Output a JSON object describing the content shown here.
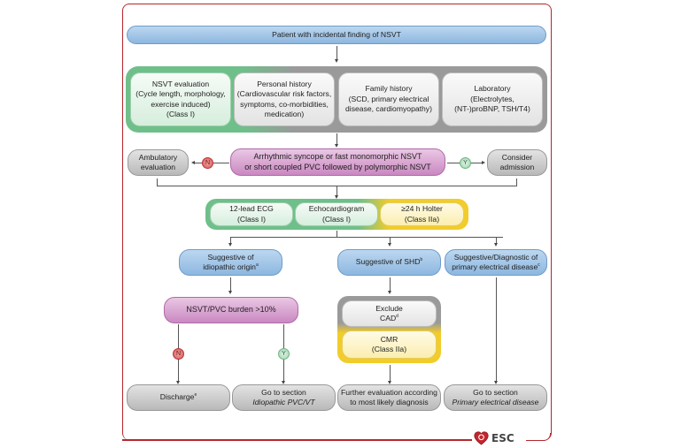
{
  "title": "Patient with incidental finding of NSVT",
  "evaluation_panel": [
    {
      "title": "NSVT evaluation",
      "lines": [
        "(Cycle length, morphology,",
        "exercise induced)",
        "(Class I)"
      ]
    },
    {
      "title": "Personal history",
      "lines": [
        "(Cardiovascular risk factors,",
        "symptoms, co-morbidities,",
        "medication)"
      ]
    },
    {
      "title": "Family history",
      "lines": [
        "(SCD, primary electrical",
        "disease, cardiomyopathy)"
      ]
    },
    {
      "title": "Laboratory",
      "lines": [
        "(Electrolytes,",
        "(NT-)proBNP, TSH/T4)"
      ]
    }
  ],
  "decision": {
    "lines": [
      "Arrhythmic syncope or fast monomorphic NSVT",
      "or short coupled PVC followed by polymorphic NSVT"
    ],
    "no_label": "N",
    "yes_label": "Y",
    "no_outcome": [
      "Ambulatory",
      "evaluation"
    ],
    "yes_outcome": [
      "Consider",
      "admission"
    ]
  },
  "tests": [
    {
      "name": "12-lead ECG",
      "class": "(Class I)"
    },
    {
      "name": "Echocardiogram",
      "class": "(Class I)"
    },
    {
      "name": "≥24 h Holter",
      "class": "(Class IIa)"
    }
  ],
  "branches": {
    "idiopathic": {
      "lines": [
        "Suggestive of",
        "idiopathic origin"
      ],
      "sup": "a"
    },
    "shd": {
      "text": "Suggestive of SHD",
      "sup": "b"
    },
    "primary": {
      "lines": [
        "Suggestive/Diagnostic of",
        "primary electrical disease"
      ],
      "sup": "c"
    }
  },
  "burden": {
    "text": "NSVT/PVC burden >10%",
    "no_label": "N",
    "yes_label": "Y"
  },
  "shd_workup": {
    "exclude": {
      "line1": "Exclude",
      "line2": "CAD",
      "sup": "d"
    },
    "cmr": {
      "line1": "CMR",
      "line2": "(Class IIa)"
    }
  },
  "outcomes": {
    "discharge": {
      "text": "Discharge",
      "sup": "e"
    },
    "idiopathic_section": {
      "line1": "Go to section",
      "line2": "Idiopathic PVC/VT"
    },
    "further": {
      "line1": "Further evaluation according",
      "line2": "to most likely diagnosis"
    },
    "primary_section": {
      "line1": "Go to section",
      "line2": "Primary electrical disease"
    }
  },
  "logo": {
    "text": "ESC",
    "color": "#b5272d"
  },
  "colors": {
    "frame": "#b5272d",
    "blue": "#8db7e0",
    "purple": "#c988c1",
    "green": "#6fbf8a",
    "yellow": "#f2cc2a",
    "grey": "#9a9a9a"
  }
}
